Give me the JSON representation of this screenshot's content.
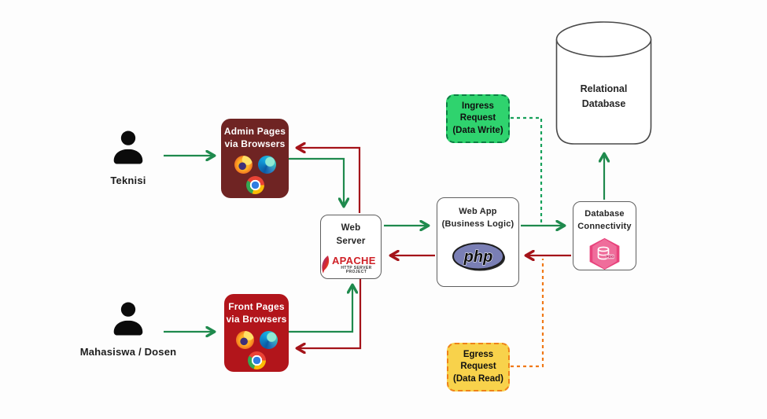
{
  "diagram": {
    "actors": [
      {
        "label": "Teknisi"
      },
      {
        "label": "Mahasiswa / Dosen"
      }
    ],
    "nodes": {
      "admin_pages": {
        "line1": "Admin Pages",
        "line2": "via Browsers"
      },
      "front_pages": {
        "line1": "Front Pages",
        "line2": "via Browsers"
      },
      "web_server": {
        "line1": "Web",
        "line2": "Server",
        "logo_name": "APACHE",
        "logo_sub": "HTTP SERVER PROJECT"
      },
      "web_app": {
        "line1": "Web App",
        "line2": "(Business Logic)",
        "logo_text": "php"
      },
      "db_connectivity": {
        "line1": "Database",
        "line2": "Connectivity",
        "logo_text": "PDO"
      },
      "relational_db": {
        "line1": "Relational",
        "line2": "Database"
      }
    },
    "callouts": {
      "ingress": {
        "line1": "Ingress",
        "line2": "Request",
        "line3": "(Data Write)"
      },
      "egress": {
        "line1": "Egress",
        "line2": "Request",
        "line3": "(Data Read)"
      }
    },
    "icons": {
      "person": "person-icon",
      "firefox": "firefox-icon",
      "edge": "edge-icon",
      "chrome": "chrome-icon",
      "apache_feather": "apache-feather-icon",
      "php": "php-logo",
      "pdo": "pdo-hexagon-icon",
      "database": "database-cylinder"
    }
  },
  "theme": {
    "background": "#fdfdfd",
    "arrow_green": "#1f8a4d",
    "arrow_red": "#a41319",
    "dashed_green": "#16a05a",
    "dashed_orange": "#f07918",
    "admin_box_bg": "#6f2423",
    "front_box_bg": "#b2151b",
    "ingress_bg": "#2fd36e",
    "ingress_border": "#0a8043",
    "egress_bg": "#f8d24b",
    "egress_border": "#ef8318",
    "node_border": "#5f5f5f",
    "pdo_pink": "#e8437c",
    "php_purple": "#7a7fb5",
    "apache_red": "#cf2127"
  }
}
